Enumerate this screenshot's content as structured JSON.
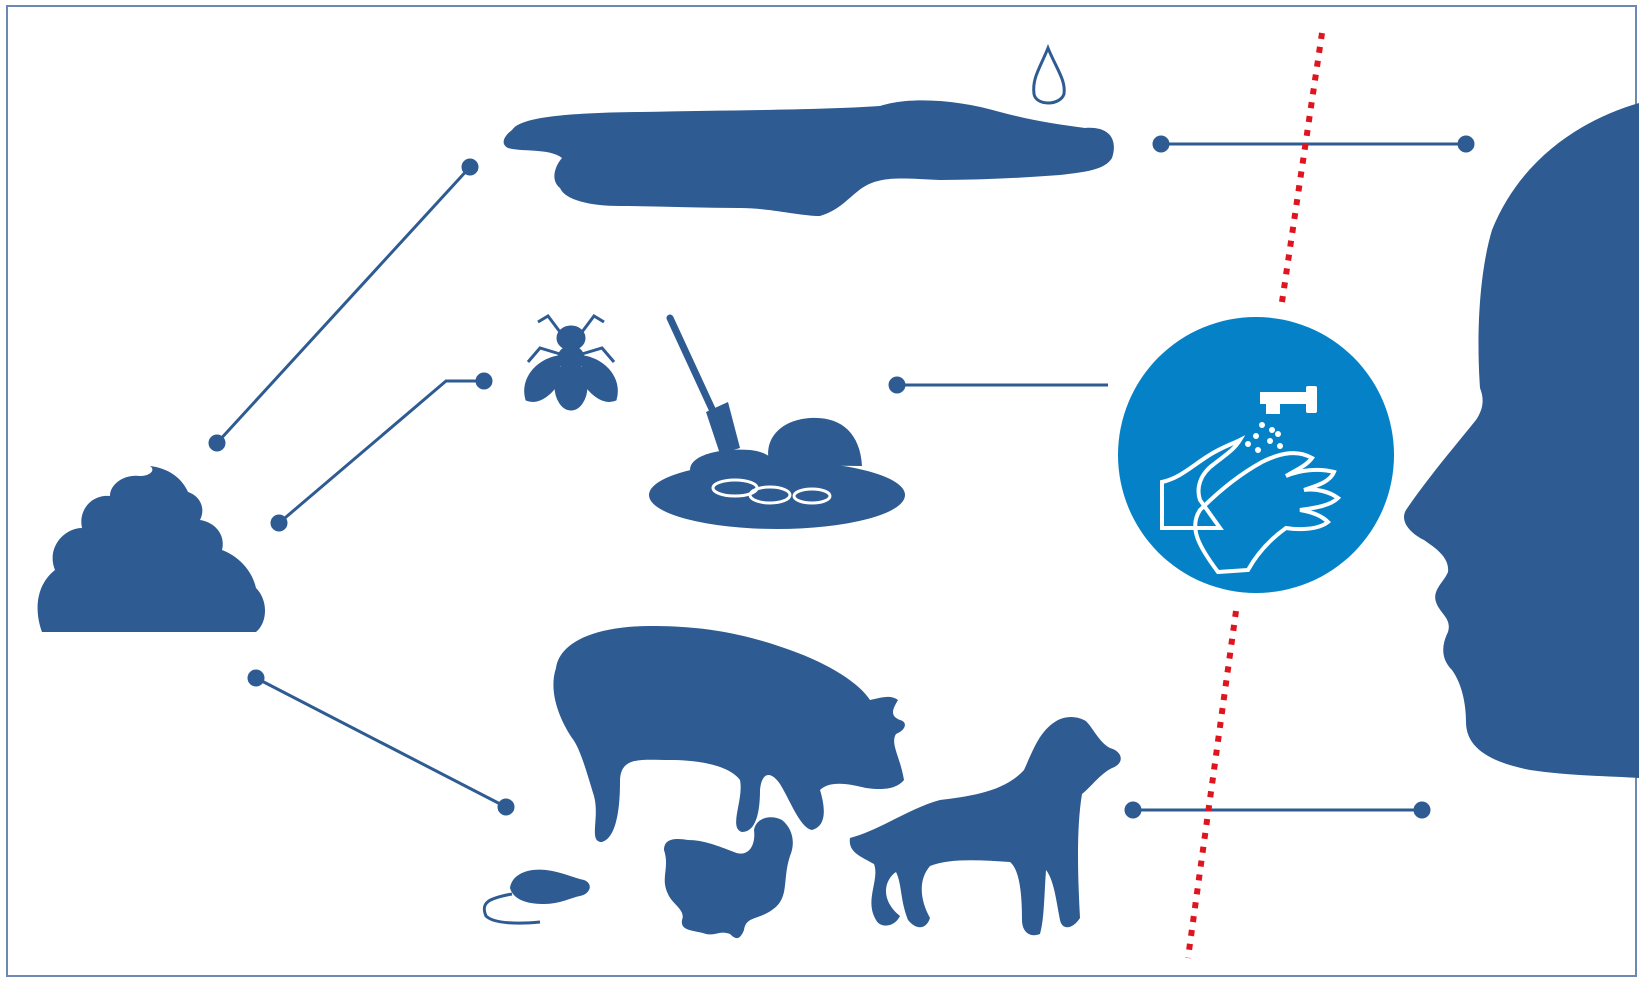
{
  "colors": {
    "primary": "#2d5b92",
    "sign_blue": "#0582c7",
    "barrier_red": "#e0141e",
    "frame": "#6d89b3",
    "background": "#ffffff"
  },
  "nodes": [
    {
      "id": "feces",
      "icon": "feces-icon"
    },
    {
      "id": "water",
      "icon": "water-puddle-icon"
    },
    {
      "id": "fly",
      "icon": "fly-icon"
    },
    {
      "id": "food",
      "icon": "food-plate-icon"
    },
    {
      "id": "animals",
      "icon": "animals-group-icon"
    },
    {
      "id": "handwash",
      "icon": "handwashing-sign-icon"
    },
    {
      "id": "person",
      "icon": "human-head-icon"
    }
  ],
  "connections": [
    {
      "from": "feces",
      "to": "water"
    },
    {
      "from": "feces",
      "to": "fly"
    },
    {
      "from": "feces",
      "to": "animals"
    },
    {
      "from": "water",
      "to": "person"
    },
    {
      "from": "food",
      "to": "handwash"
    },
    {
      "from": "animals",
      "to": "person"
    }
  ],
  "barrier": {
    "style": "dotted",
    "type": "interruption-line"
  }
}
